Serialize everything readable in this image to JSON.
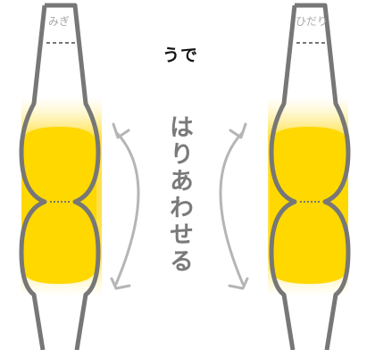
{
  "left_arm_label": "みぎ",
  "right_arm_label": "ひだり",
  "heading": "うで",
  "center_text": "はりあわせる",
  "colors": {
    "outline": "#777777",
    "fill": "#ffd800",
    "glow": "#ffe45c",
    "arrow": "#b5b5b5",
    "label": "#a9a9a9"
  }
}
